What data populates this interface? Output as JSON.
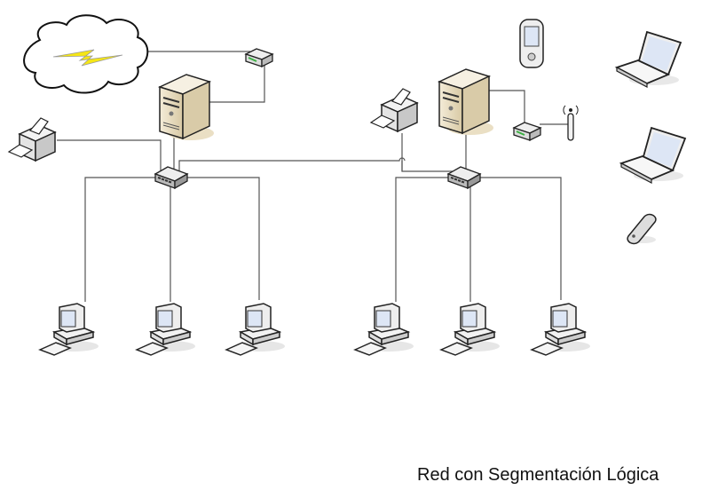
{
  "caption": "Red con Segmentación Lógica",
  "colors": {
    "wire": "#555555",
    "server": "#e8dcc0",
    "lightning": "#f5e616",
    "router_led": "#3cb043",
    "screen": "#dde6f5"
  },
  "nodes": {
    "internet_cloud": "cloud-icon",
    "left_segment": {
      "router": "router-icon",
      "server": "server-icon",
      "printer": "printer-icon",
      "switch": "switch-icon",
      "workstations": 3
    },
    "right_segment": {
      "router": "wireless-router-icon",
      "antenna": "antenna-icon",
      "server": "server-icon",
      "printer": "printer-icon",
      "switch": "switch-icon",
      "workstations": 3
    },
    "mobile_devices": [
      "pda-icon",
      "laptop-icon",
      "laptop-icon",
      "cell-phone-icon"
    ]
  }
}
